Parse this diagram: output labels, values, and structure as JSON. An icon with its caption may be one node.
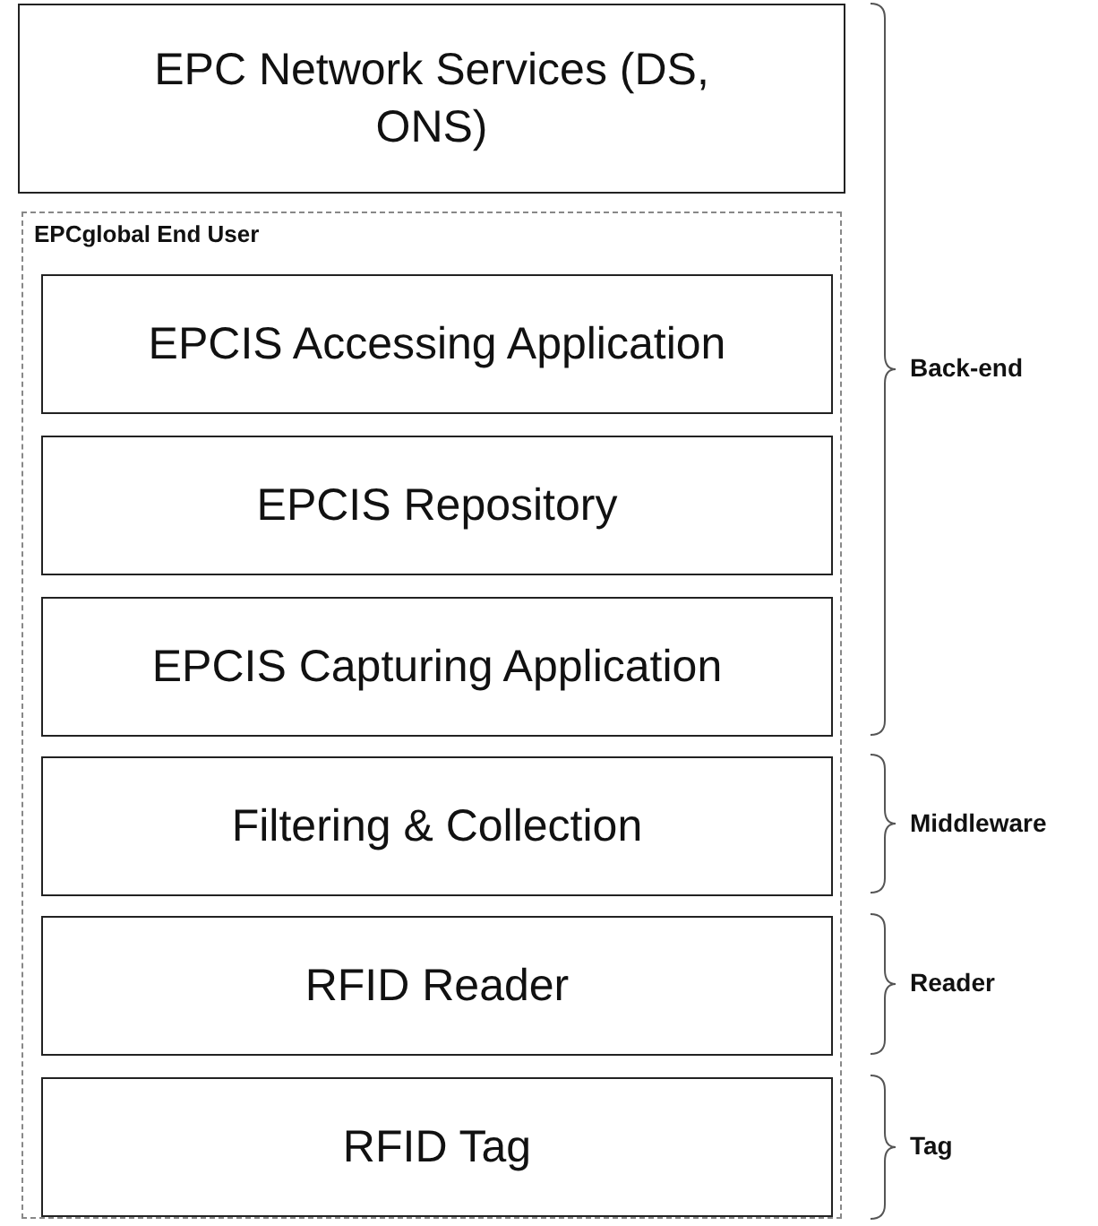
{
  "diagram": {
    "nodes": [
      {
        "text": [
          "EPC Network Services (DS, ONS)"
        ]
      },
      {
        "text": [
          "EPCglobal End User"
        ]
      },
      {
        "text": [
          "EPCIS Accessing Application"
        ],
        "in": 1
      },
      {
        "text": [
          "EPCIS Repository"
        ],
        "in": 1
      },
      {
        "text": [
          "EPCIS Capturing Application"
        ],
        "in": 1
      },
      {
        "text": [
          "Filtering & Collection"
        ],
        "in": 1
      },
      {
        "text": [
          "RFID Reader"
        ],
        "in": 1
      },
      {
        "text": [
          "RFID Tag"
        ],
        "in": 1
      }
    ],
    "labels": [
      "Back-end",
      "Middleware",
      "Reader",
      "Tag"
    ]
  }
}
